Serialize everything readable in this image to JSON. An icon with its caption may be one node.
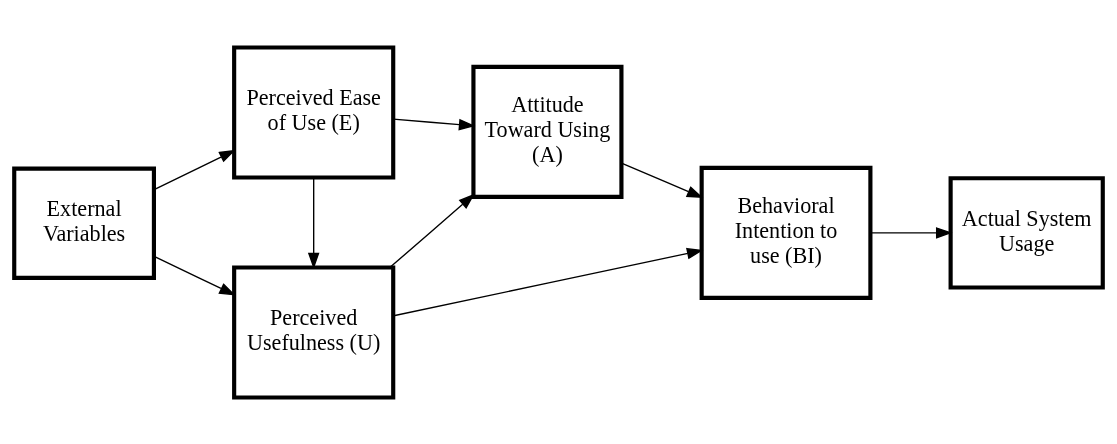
{
  "diagram": {
    "nodes": [
      {
        "text": [
          "External Variables"
        ]
      },
      {
        "text": [
          "Perceived Usefulness (U)"
        ]
      },
      {
        "text": [
          "Perceived Ease of Use (E)"
        ]
      },
      {
        "text": [
          "Attitude Toward Using (A)"
        ]
      },
      {
        "text": [
          "Behavioral Intention to use (BI)"
        ]
      },
      {
        "text": [
          "Actual System Usage"
        ]
      }
    ],
    "edges": [
      {
        "from": 0,
        "to": 1,
        "arrow": "to"
      },
      {
        "from": 0,
        "to": 2,
        "arrow": "to"
      },
      {
        "from": 2,
        "to": 1,
        "arrow": "to"
      },
      {
        "from": 1,
        "to": 3,
        "arrow": "to"
      },
      {
        "from": 2,
        "to": 3,
        "arrow": "to"
      },
      {
        "from": 1,
        "to": 4,
        "arrow": "to"
      },
      {
        "from": 3,
        "to": 4,
        "arrow": "to"
      },
      {
        "from": 4,
        "to": 5,
        "arrow": "to"
      }
    ]
  }
}
